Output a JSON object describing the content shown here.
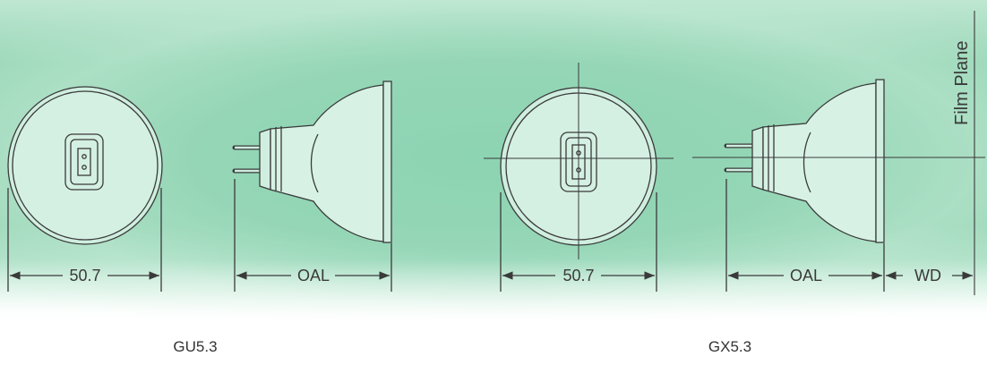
{
  "colors": {
    "line": "#3a3a3a",
    "bulb_fill": "#cfeee0",
    "reflector_fill": "#d7f2e5",
    "background_accent": "#95d4b4"
  },
  "lamps": [
    {
      "name": "GU5.3",
      "front_width_label": "50.7",
      "length_label": "OAL"
    },
    {
      "name": "GX5.3",
      "front_width_label": "50.7",
      "length_label": "OAL",
      "working_distance_label": "WD",
      "film_plane_label": "Film Plane"
    }
  ]
}
